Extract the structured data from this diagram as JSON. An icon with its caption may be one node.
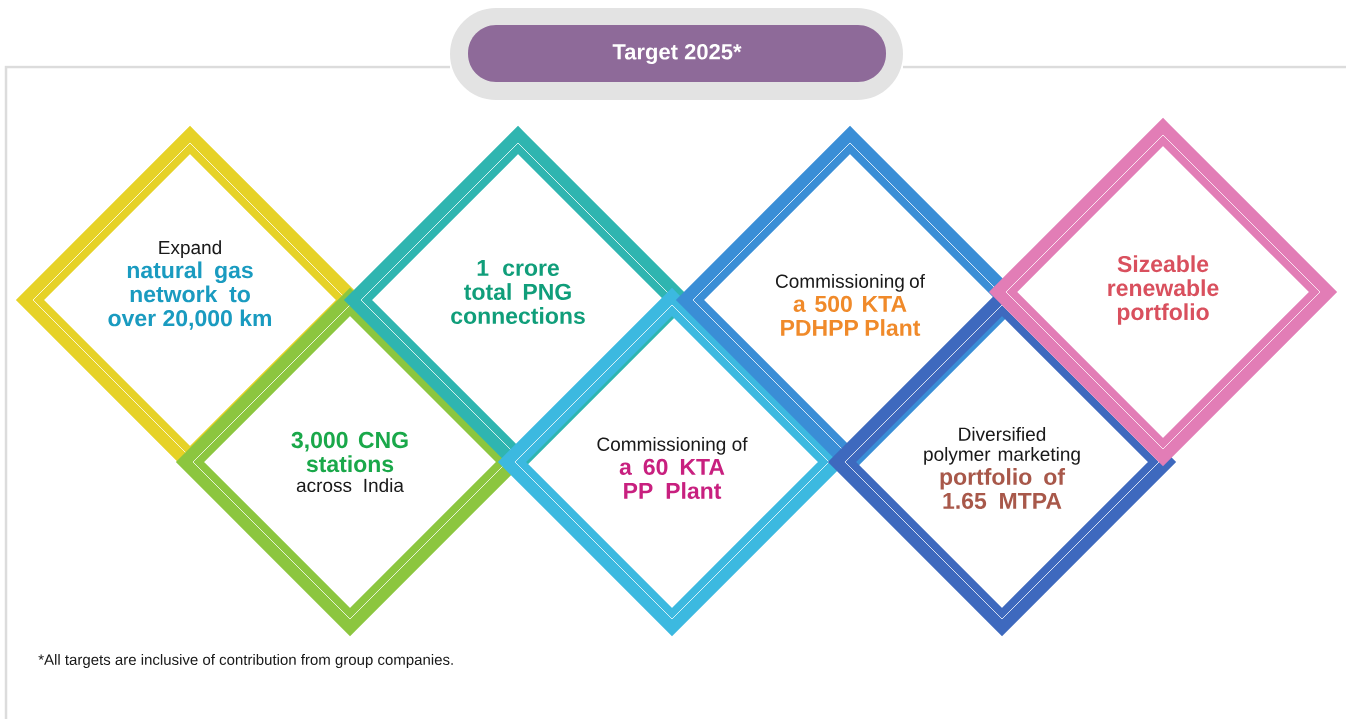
{
  "diagram": {
    "title": "Target 2025*",
    "caption": "*All targets are inclusive of contribution from group companies.",
    "nodes": [
      {
        "text": [
          "Expand",
          "natural gas network to over 20,000 km"
        ]
      },
      {
        "text": [
          "3,000 CNG stations",
          "across India"
        ]
      },
      {
        "text": [
          "1 crore total PNG connections"
        ]
      },
      {
        "text": [
          "Commissioning of",
          "a 60 KTA PP Plant"
        ]
      },
      {
        "text": [
          "Commissioning of",
          "a 500 KTA PDHPP Plant"
        ]
      },
      {
        "text": [
          "Diversified polymer marketing",
          "portfolio of 1.65 MTPA"
        ]
      },
      {
        "text": [
          "Sizeable renewable portfolio"
        ]
      }
    ]
  }
}
